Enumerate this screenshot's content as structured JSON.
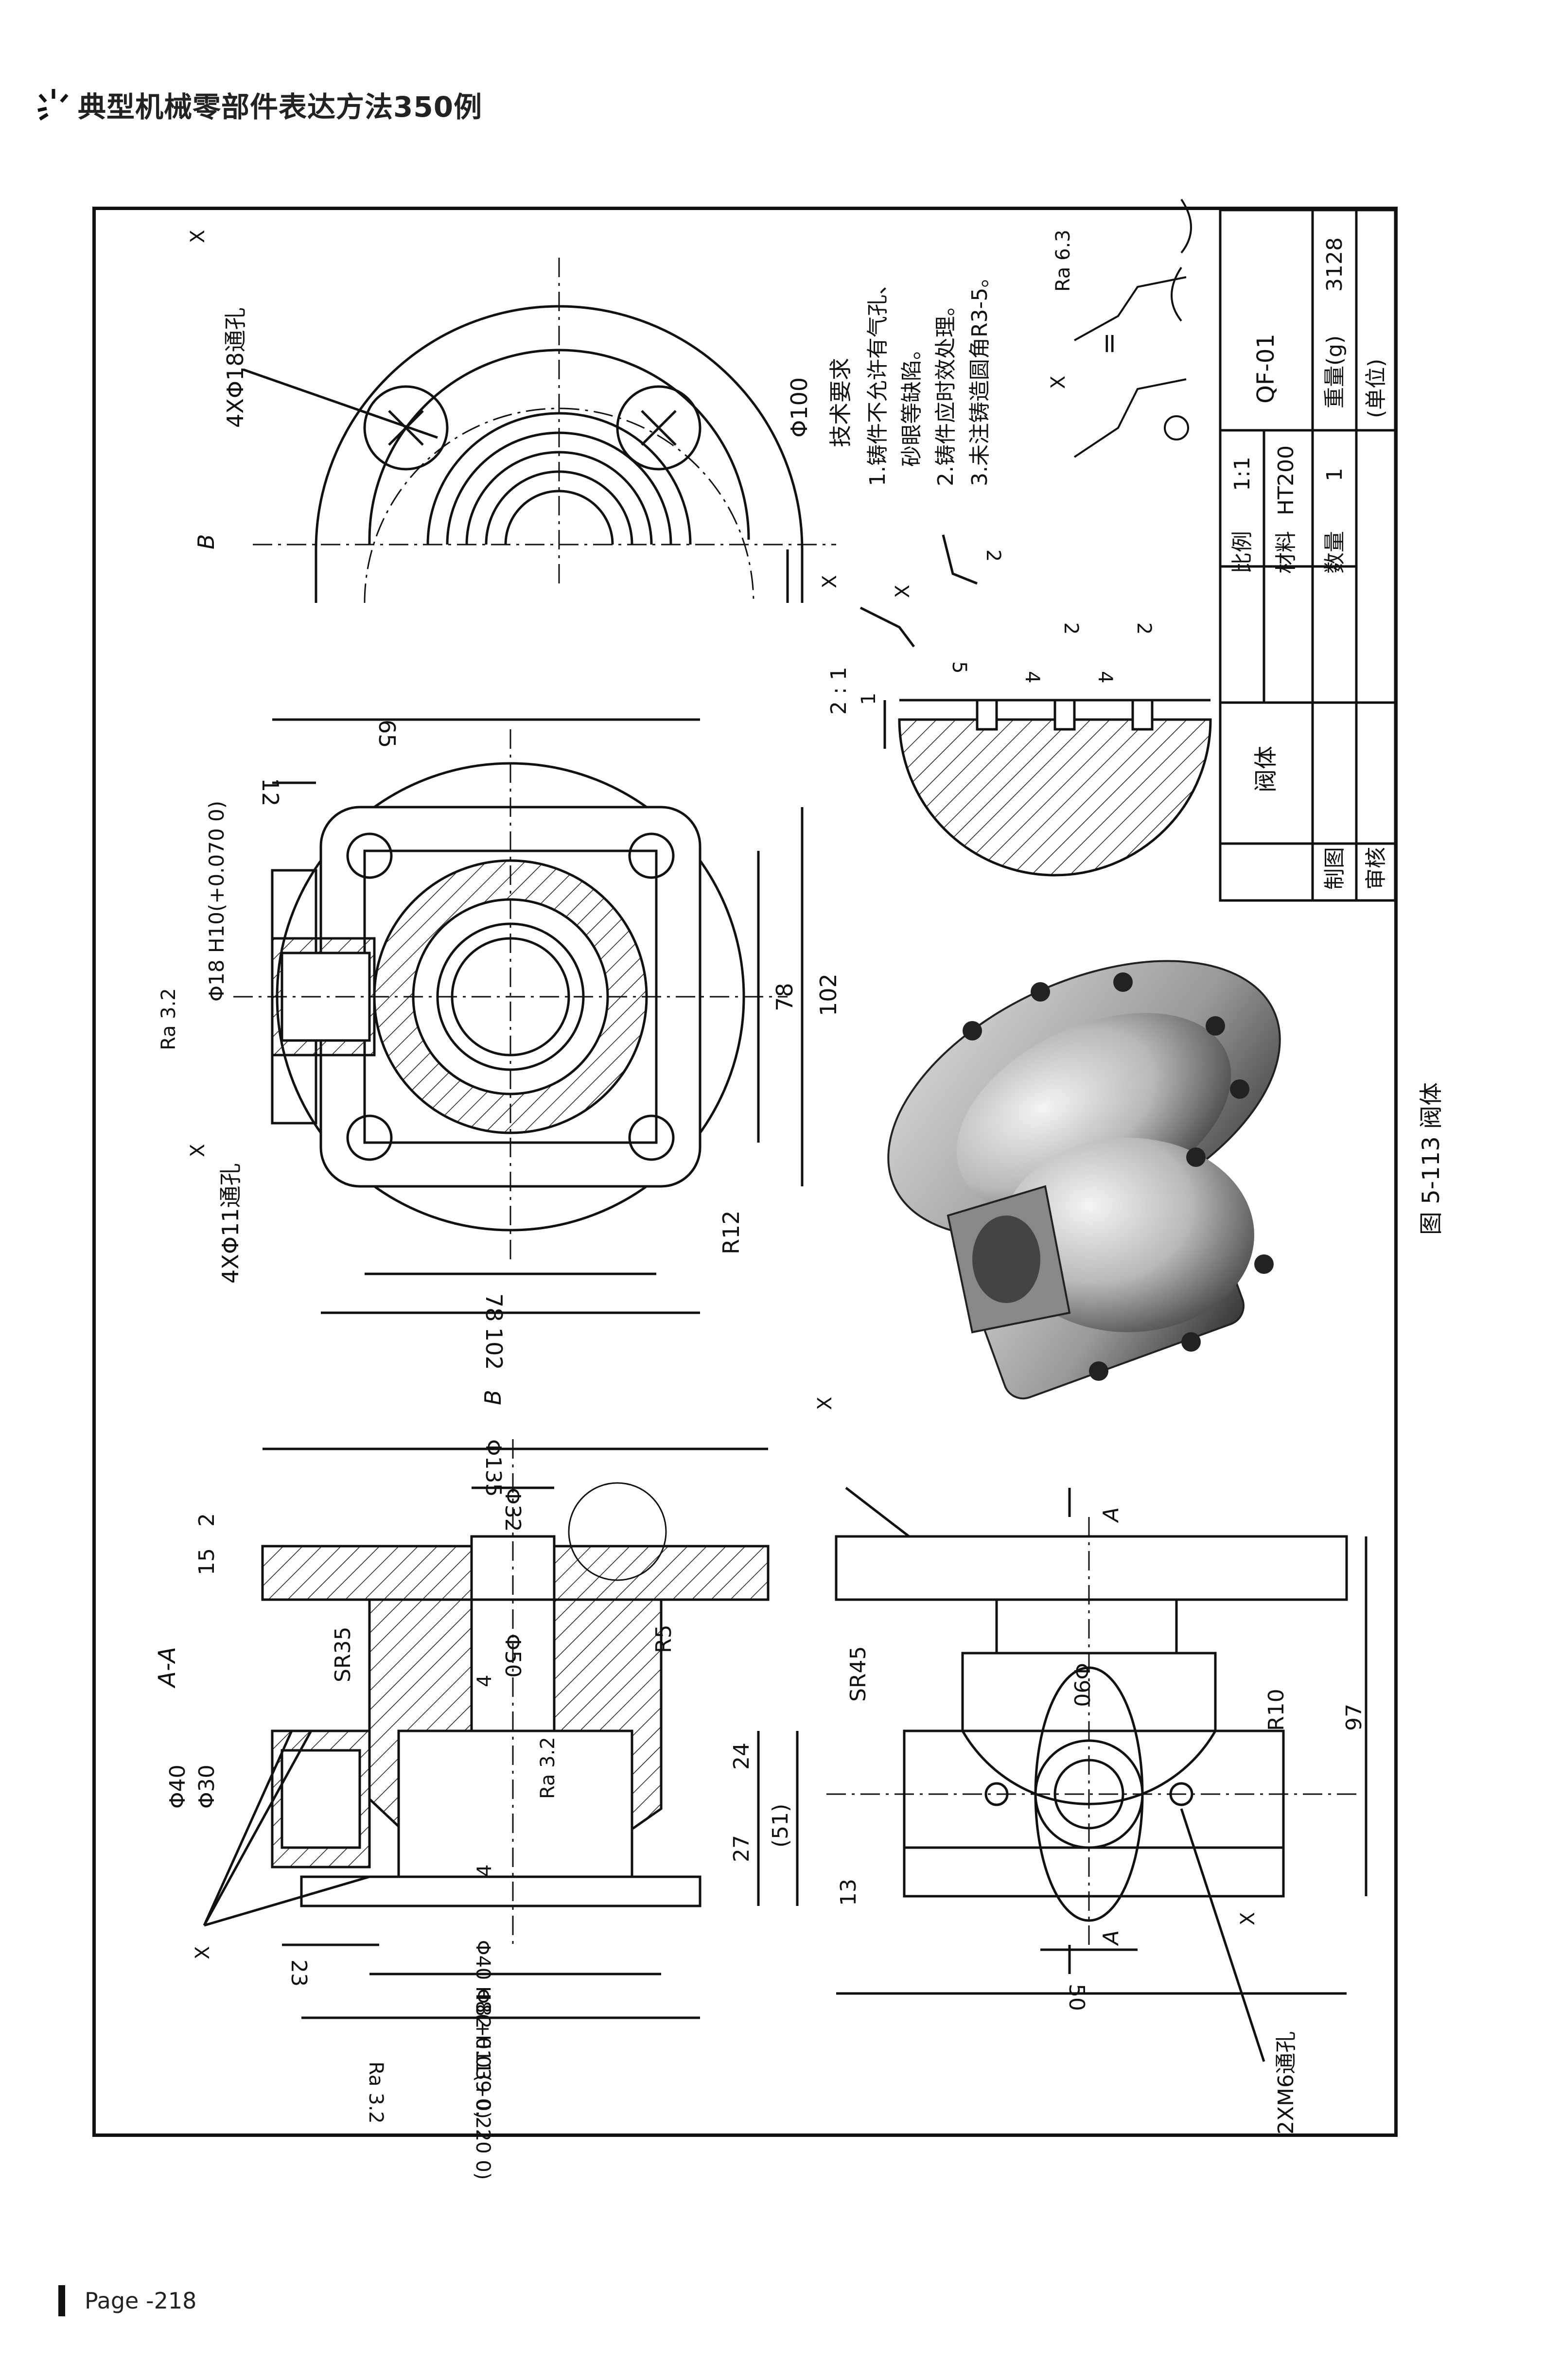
{
  "header": {
    "book_title": "典型机械零部件表达方法350例"
  },
  "footer": {
    "page_label": "Page -218"
  },
  "figure": {
    "caption": "图 5-113  阀体"
  },
  "section_view": {
    "title": "A-A",
    "dims": {
      "d135": "Φ135",
      "d32": "Φ32",
      "d50": "Φ50",
      "sr35": "SR35",
      "r5": "R5",
      "d40": "Φ40",
      "d30": "Φ30",
      "d40h8": "Φ40 H8(+0.039 0)",
      "d82h11": "Φ82 H11(+0.220 0)",
      "d23": "23",
      "d2": "2",
      "d15": "15",
      "d4": "4",
      "d4b": "4",
      "d24": "24",
      "d27": "27",
      "d51": "(51)",
      "ra32a": "Ra 3.2",
      "ra32b": "Ra 3.2",
      "x": "X"
    }
  },
  "top_view": {
    "dims": {
      "holes": "4XΦ11通孔",
      "d78": "78",
      "d102": "102",
      "d78v": "78",
      "d102v": "102",
      "r12": "R12",
      "d65": "65",
      "d12": "12",
      "h10": "Φ18 H10(+0.070 0)",
      "ra32": "Ra 3.2",
      "x": "X",
      "b": "B"
    }
  },
  "flange_view": {
    "dims": {
      "holes": "4XΦ18通孔",
      "d100": "Φ100",
      "b": "B",
      "x": "X"
    }
  },
  "side_view": {
    "dims": {
      "sr45": "SR45",
      "d90": "Φ90",
      "r10": "R10",
      "d97": "97",
      "d13": "13",
      "d50": "50",
      "m6": "2XM6通孔",
      "a1": "A",
      "a2": "A",
      "x1": "X",
      "x2": "X"
    }
  },
  "detail_view": {
    "scale": "2 : 1",
    "dims": {
      "d1": "1",
      "d5": "5",
      "d4a": "4",
      "d4b": "4",
      "d2a": "2",
      "d2b": "2",
      "d2c": "2",
      "x1": "X",
      "x2": "X"
    }
  },
  "tech_req": {
    "title": "技术要求",
    "lines": [
      "1.铸件不允许有气孔、",
      "砂眼等缺陷。",
      "2.铸件应时效处理。",
      "3.未注铸造圆角R3-5。"
    ],
    "ra63": "Ra 6.3",
    "x": "X",
    "equals": "="
  },
  "title_block": {
    "part_name": "阀体",
    "label_scale": "比例",
    "scale": "1:1",
    "label_material": "材料",
    "material": "HT200",
    "label_qty": "数量",
    "qty": "1",
    "drawing_no": "QF-01",
    "label_weight": "重量(g)",
    "weight": "3128",
    "unit": "(单位)",
    "drafter": "制图",
    "checker": "审核"
  }
}
